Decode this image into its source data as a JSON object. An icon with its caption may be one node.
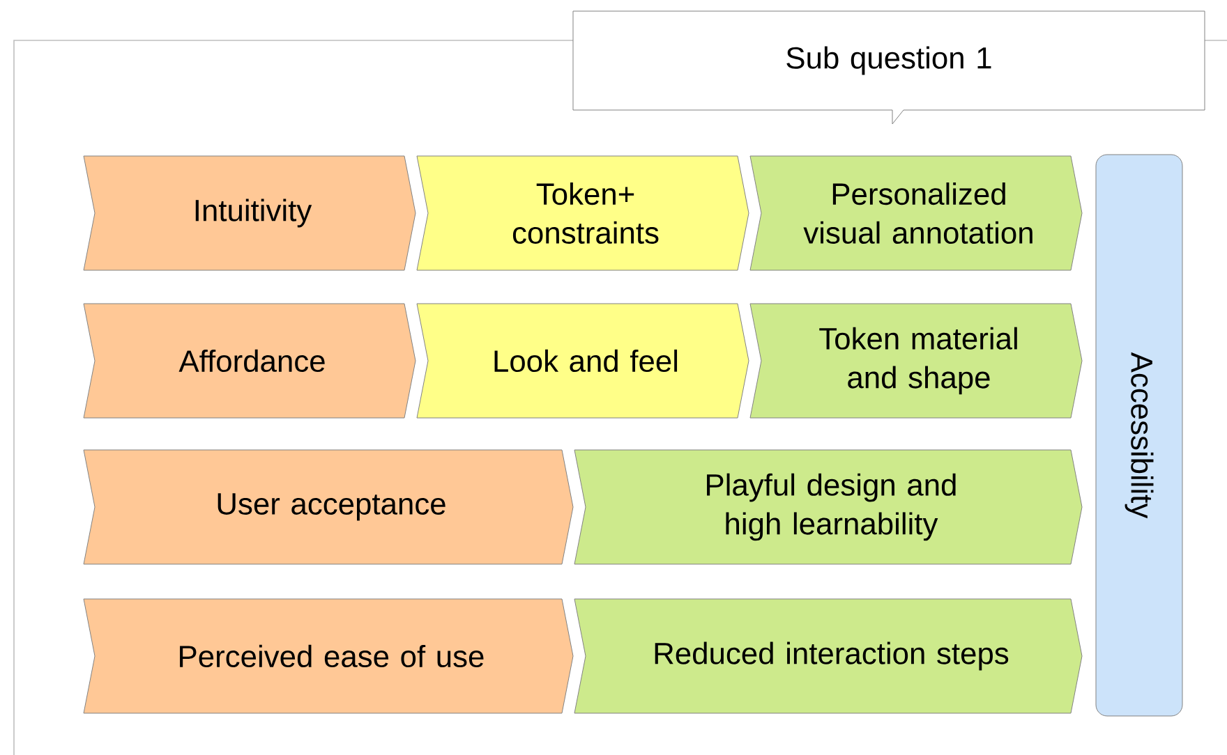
{
  "diagram": {
    "nodes": [
      {
        "text": [
          "Sub question 1"
        ]
      },
      {
        "text": [
          "Intuitivity"
        ]
      },
      {
        "text": [
          "Token+ constraints"
        ]
      },
      {
        "text": [
          "Personalized visual annotation"
        ]
      },
      {
        "text": [
          "Affordance"
        ]
      },
      {
        "text": [
          "Look and feel"
        ]
      },
      {
        "text": [
          "Token material and shape"
        ]
      },
      {
        "text": [
          "User acceptance"
        ]
      },
      {
        "text": [
          "Playful design and high learnability"
        ]
      },
      {
        "text": [
          "Perceived ease of use"
        ]
      },
      {
        "text": [
          "Reduced interaction steps"
        ]
      },
      {
        "text": [
          "Accessibility"
        ]
      }
    ]
  }
}
